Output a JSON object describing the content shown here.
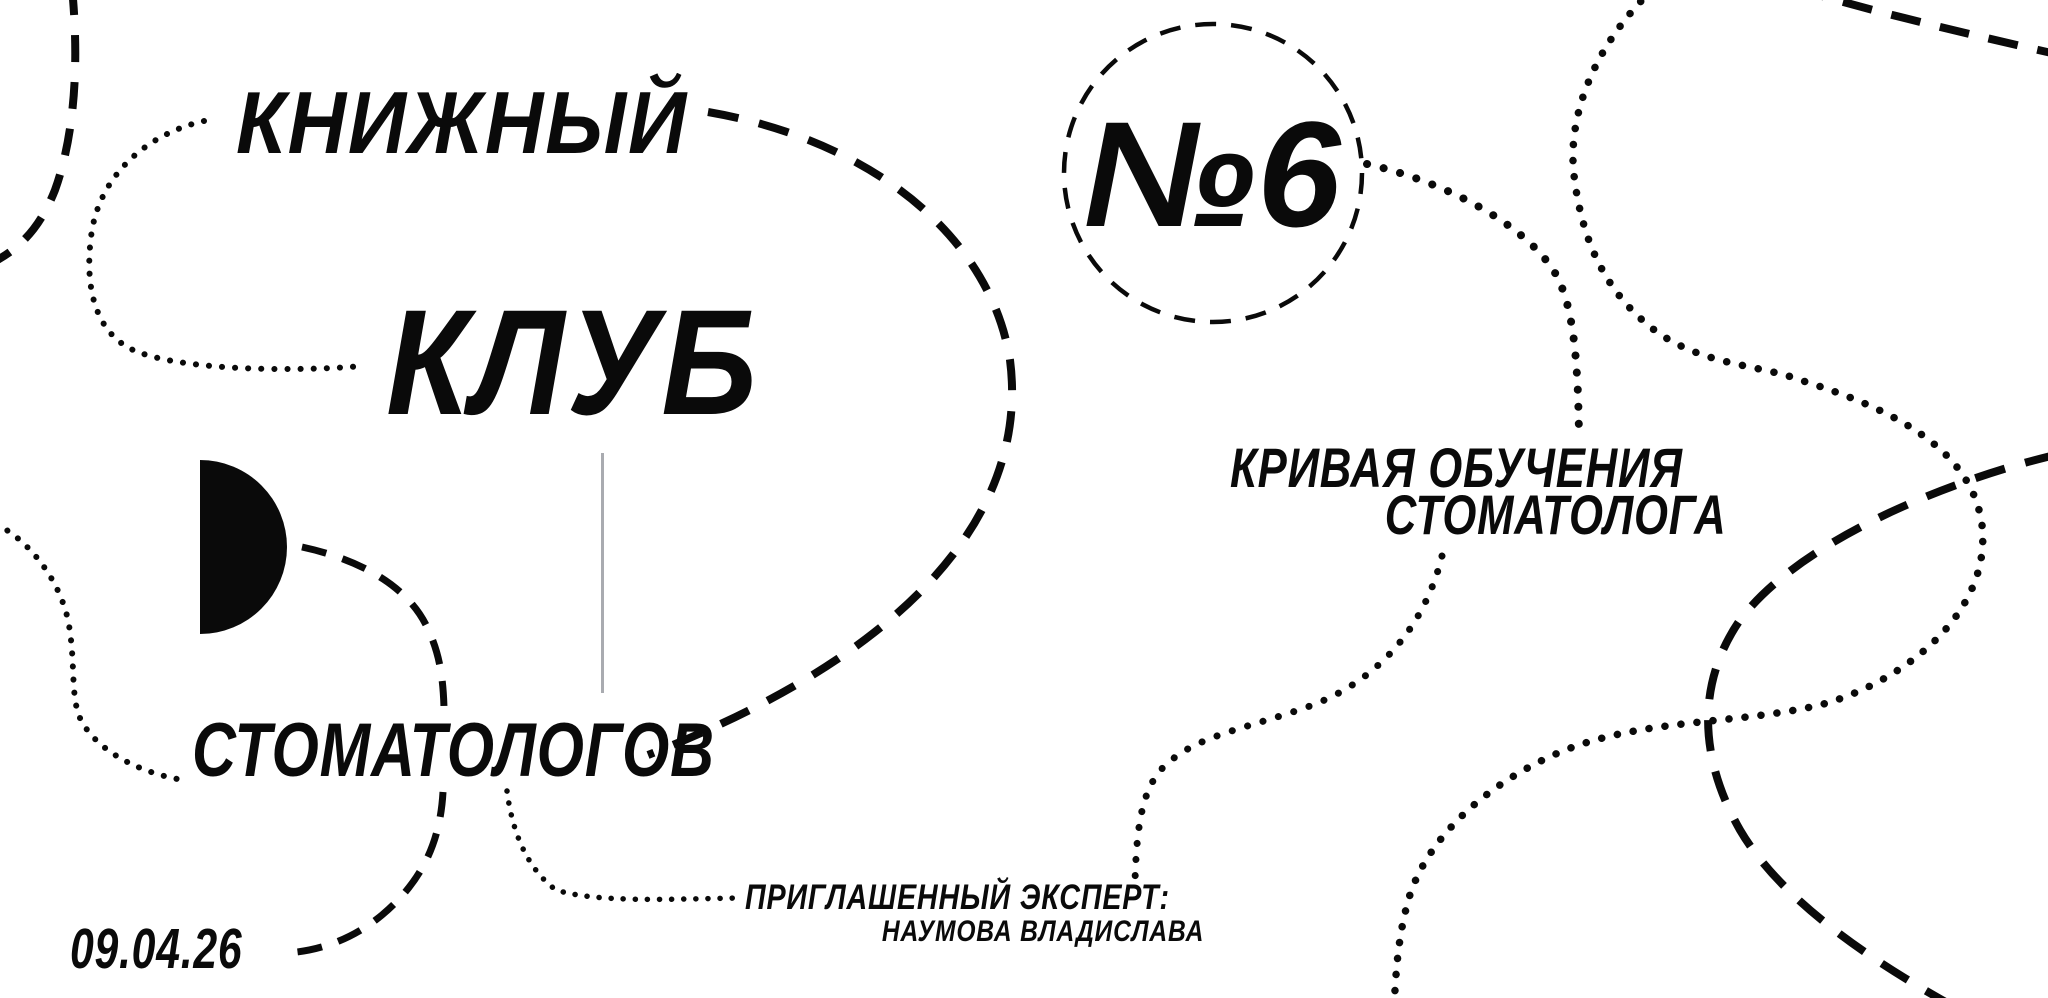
{
  "poster": {
    "title_word1": "КНИЖНЫЙ",
    "title_word2": "КЛУБ",
    "title_word3": "СТОМАТОЛОГОВ",
    "issue_number": "№6",
    "topic_line1": "КРИВАЯ ОБУЧЕНИЯ",
    "topic_line2": "СТОМАТОЛОГА",
    "expert_label": "ПРИГЛАШЕННЫЙ ЭКСПЕРТ:",
    "expert_name": "НАУМОВА ВЛАДИСЛАВА",
    "date": "09.04.26",
    "colors": {
      "background": "#ffffff",
      "ink": "#0a0a0a",
      "divider_line": "#a9abb0"
    }
  }
}
